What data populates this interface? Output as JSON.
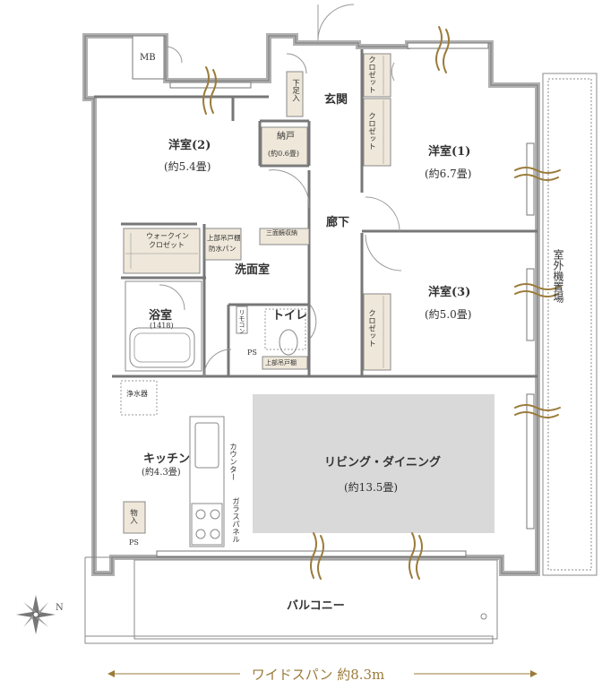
{
  "rooms": {
    "yoshitsu2": {
      "name": "洋室(2)",
      "size": "(約5.4畳)"
    },
    "yoshitsu1": {
      "name": "洋室(1)",
      "size": "(約6.7畳)"
    },
    "yoshitsu3": {
      "name": "洋室(3)",
      "size": "(約5.0畳)"
    },
    "living": {
      "name": "リビング・ダイニング",
      "size": "(約13.5畳)"
    },
    "kitchen": {
      "name": "キッチン",
      "size": "(約4.3畳)"
    },
    "nando": {
      "name": "納戸",
      "size": "(約0.6畳)"
    },
    "bathroom": {
      "name": "浴室",
      "size": "(1418)"
    },
    "washroom": {
      "name": "洗面室"
    },
    "toilet": {
      "name": "トイレ"
    },
    "entrance": {
      "name": "玄関"
    },
    "corridor": {
      "name": "廊下"
    },
    "balcony": {
      "name": "バルコニー"
    },
    "outdoor_unit": {
      "name": "室外機置場"
    }
  },
  "labels": {
    "mb": "MB",
    "ps_upper": "PS",
    "ps_lower": "PS",
    "shoe_box": "下足入",
    "closet_a": "クロゼット",
    "closet_b": "クロゼット",
    "closet_c": "クロゼット",
    "walkin_1": "ウォークイン",
    "walkin_2": "クロゼット",
    "upper_cabinet_1": "上部吊戸棚",
    "upper_cabinet_2": "防水パン",
    "linen": "三面鏡収納",
    "counter": "カウンター",
    "glass_panel": "ガラスパネル",
    "storage": "物入",
    "water_purifier": "浄水器",
    "toilet_cabinet": "上部吊戸棚",
    "toilet_remote": "リモコン"
  },
  "dimension": {
    "text": "ワイドスパン 約8.3m"
  },
  "compass": {
    "letter": "N"
  },
  "colors": {
    "wall": "#9a9a9a",
    "closet_fill": "#efe8da",
    "living_fill": "#d9d9d9",
    "accent": "#9b7b3a"
  }
}
